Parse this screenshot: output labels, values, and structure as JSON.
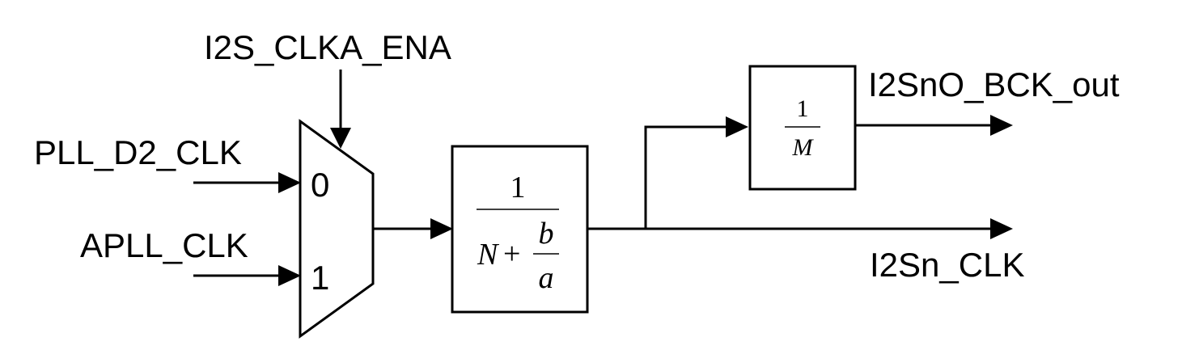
{
  "inputs": {
    "select": "I2S_CLKA_ENA",
    "in0": "PLL_D2_CLK",
    "in1": "APLL_CLK"
  },
  "mux": {
    "port0": "0",
    "port1": "1"
  },
  "divider_main": {
    "numerator": "1",
    "N": "N",
    "plus": "+",
    "b": "b",
    "a": "a"
  },
  "divider_m": {
    "numerator": "1",
    "M": "M"
  },
  "outputs": {
    "bck_out": "I2SnO_BCK_out",
    "clk": "I2Sn_CLK"
  }
}
